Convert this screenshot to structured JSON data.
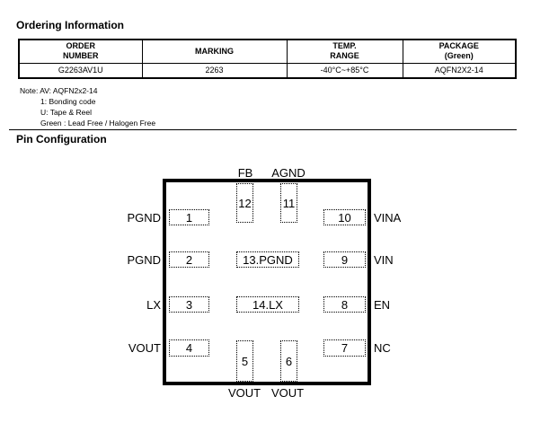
{
  "ordering": {
    "title": "Ordering Information",
    "table": {
      "headers": {
        "order_number": {
          "l1": "ORDER",
          "l2": "NUMBER"
        },
        "marking": {
          "l1": "MARKING"
        },
        "temp_range": {
          "l1": "TEMP.",
          "l2": "RANGE"
        },
        "package": {
          "l1": "PACKAGE",
          "l2": "(Green)"
        }
      },
      "row": {
        "order_number": "G2263AV1U",
        "marking": "2263",
        "temp_range": "-40°C~+85°C",
        "package": "AQFN2X2-14"
      }
    },
    "note": {
      "line1": "Note: AV: AQFN2x2-14",
      "line2": "1: Bonding code",
      "line3": "U: Tape & Reel",
      "line4": "Green : Lead Free / Halogen Free"
    }
  },
  "pin_config": {
    "title": "Pin Configuration",
    "top_labels": {
      "pin12": "FB",
      "pin11": "AGND"
    },
    "bottom_labels": {
      "pin5": "VOUT",
      "pin6": "VOUT"
    },
    "left_labels": {
      "pin1": "PGND",
      "pin2": "PGND",
      "pin3": "LX",
      "pin4": "VOUT"
    },
    "right_labels": {
      "pin10": "VINA",
      "pin9": "VIN",
      "pin8": "EN",
      "pin7": "NC"
    },
    "pads": {
      "pin1": "1",
      "pin2": "2",
      "pin3": "3",
      "pin4": "4",
      "pin5": "5",
      "pin6": "6",
      "pin7": "7",
      "pin8": "8",
      "pin9": "9",
      "pin10": "10",
      "pin11": "11",
      "pin12": "12",
      "pin13": "13.PGND",
      "pin14": "14.LX"
    }
  },
  "colors": {
    "text": "#000000",
    "border": "#000000",
    "background": "#ffffff"
  }
}
